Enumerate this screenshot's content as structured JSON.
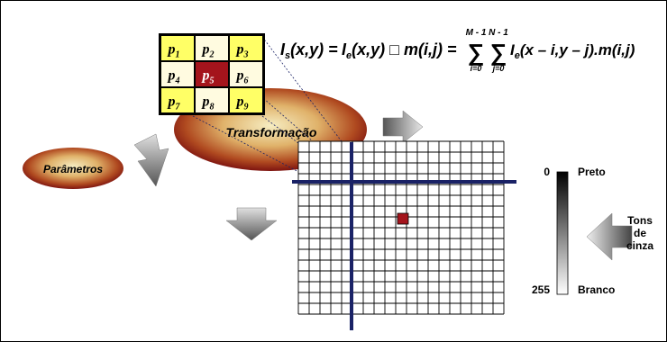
{
  "kernel": {
    "cells": [
      "p1",
      "p2",
      "p3",
      "p4",
      "p5",
      "p6",
      "p7",
      "p8",
      "p9"
    ],
    "center_index": 4,
    "colors": {
      "cell": "#ffff66",
      "center": "#a4141c",
      "border": "#000000"
    }
  },
  "formula": {
    "lhs": "I",
    "lhs_sub": "s",
    "args": "(x,y) =",
    "term2": "I",
    "term2_sub": "e",
    "term2_args": "(x,y) □ m(i,j) =",
    "sum1_top": "M - 1",
    "sum1_bot": "i=0",
    "sum2_top": "N - 1",
    "sum2_bot": "j=0",
    "rhs": "I",
    "rhs_sub": "e",
    "rhs_args": "(x – i,y – j).m(i,j)"
  },
  "ellipses": {
    "transform_label": "Transformação",
    "params_label": "Parâmetros"
  },
  "grayscale": {
    "top_value": "0",
    "top_label": "Preto",
    "bottom_value": "255",
    "bottom_label": "Branco",
    "side_label_1": "Tons",
    "side_label_2": "de",
    "side_label_3": "cinza"
  },
  "colors": {
    "grid_line": "#000000",
    "axis_line": "#1a2266",
    "highlight_pixel": "#a4141c",
    "ellipse_dark": "#8a1a10",
    "ellipse_light": "#f2e6b0",
    "arrow_gray": "#8f8f8f"
  }
}
